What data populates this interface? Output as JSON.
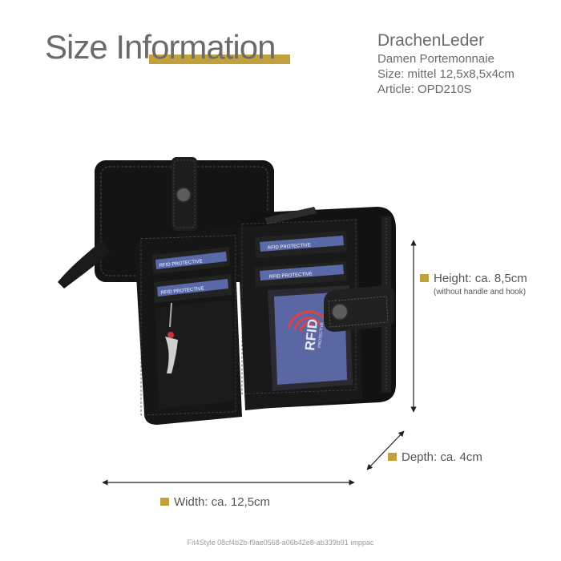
{
  "header": {
    "title": "Size Information"
  },
  "product": {
    "brand": "DrachenLeder",
    "type": "Damen Portemonnaie",
    "size": "Size: mittel 12,5x8,5x4cm",
    "article": "Article: OPD210S"
  },
  "dimensions": {
    "height_label": "Height: ca. 8,5cm",
    "height_note": "(without handle and hook)",
    "depth_label": "Depth: ca. 4cm",
    "width_label": "Width: ca. 12,5cm"
  },
  "wallet": {
    "card_label": "RFID PROTECTIVE",
    "window_text": "RFID",
    "window_subtext": "PROTECTIVE"
  },
  "footer": {
    "image_id": "Fit4Style 08cf4b2b-f9ae0568-a06b42e8-ab339b91 imppac"
  },
  "colors": {
    "accent": "#c2a13c",
    "text": "#6b6b6b",
    "leather": "#141414",
    "rfid_card": "#5a6aa8",
    "rfid_arc": "#d9434d"
  }
}
